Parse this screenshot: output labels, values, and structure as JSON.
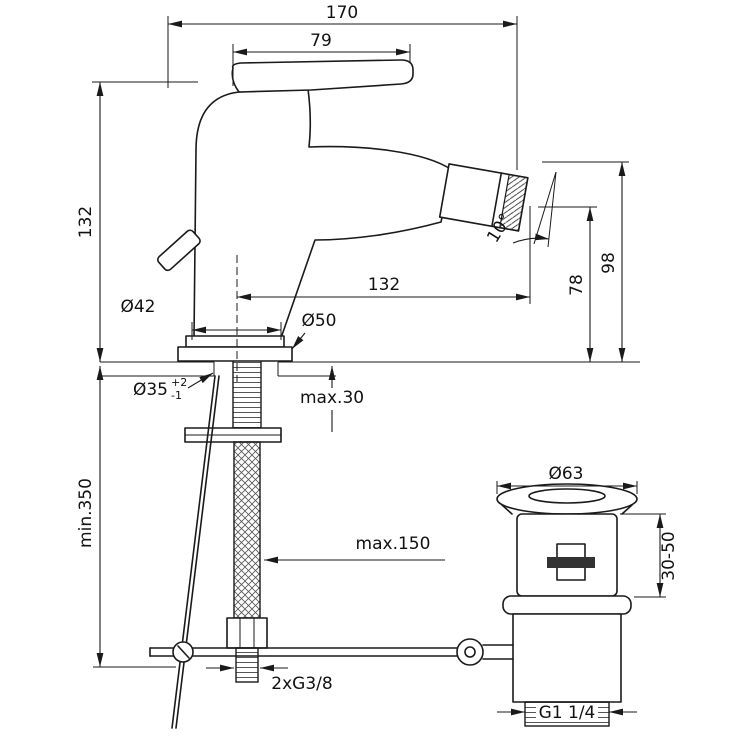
{
  "drawing": {
    "colors": {
      "line": "#1a1a1a",
      "background": "#ffffff"
    },
    "dims": {
      "total_projection": "170",
      "handle_projection": "79",
      "body_height": "132",
      "outlet_reach": "132",
      "outlet_angle": "10°",
      "outlet_height_low": "78",
      "outlet_height_high": "98",
      "base_diameter": "Ø42",
      "escutcheon_diameter": "Ø50",
      "hole_diameter": "Ø35",
      "hole_tolerance_upper": "+2",
      "hole_tolerance_lower": "-1",
      "max_deck_thickness": "max.30",
      "min_hose_length": "min.350",
      "max_rod_length": "max.150",
      "supply_connection": "2xG3/8",
      "waste_cap_diameter": "Ø63",
      "waste_height_range": "30-50",
      "waste_connection": "G1 1/4"
    }
  }
}
